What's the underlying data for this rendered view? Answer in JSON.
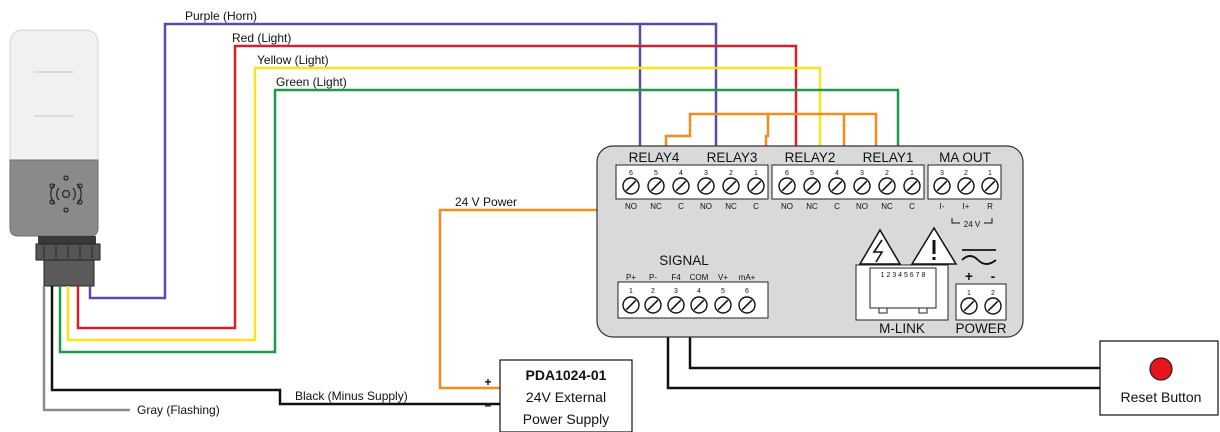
{
  "wires": {
    "purple": {
      "label": "Purple (Horn)",
      "color": "#5b4aa8"
    },
    "red": {
      "label": "Red (Light)",
      "color": "#d8202a"
    },
    "yellow": {
      "label": "Yellow (Light)",
      "color": "#ffe21a"
    },
    "green": {
      "label": "Green (Light)",
      "color": "#1e9b4a"
    },
    "orange": {
      "color": "#f58a21"
    },
    "power_label": "24 V Power",
    "black": {
      "label": "Black (Minus Supply)",
      "color": "#111111"
    },
    "gray": {
      "label": "Gray (Flashing)",
      "color": "#8c8c8c"
    }
  },
  "meter": {
    "relay_headers": [
      "RELAY4",
      "RELAY3",
      "RELAY2",
      "RELAY1"
    ],
    "ma_out_header": "MA OUT",
    "relay_numbers": [
      "6",
      "5",
      "4",
      "3",
      "2",
      "1",
      "6",
      "5",
      "4",
      "3",
      "2",
      "1"
    ],
    "relay_terms": [
      "NO",
      "NC",
      "C",
      "NO",
      "NC",
      "C",
      "NO",
      "NC",
      "C",
      "NO",
      "NC",
      "C"
    ],
    "ma_numbers": [
      "3",
      "2",
      "1"
    ],
    "ma_terms": [
      "I-",
      "I+",
      "R"
    ],
    "ma_note": "24 V",
    "signal_header": "SIGNAL",
    "signal_terms": [
      "P+",
      "P-",
      "F4",
      "COM",
      "V+",
      "mA+"
    ],
    "signal_numbers": [
      "1",
      "2",
      "3",
      "4",
      "5",
      "6"
    ],
    "mlink_pins": "1 2 3 4 5 6 7 8",
    "mlink_label": "M-LINK",
    "power_label": "POWER",
    "power_plus": "+",
    "power_minus": "-",
    "power_numbers": [
      "1",
      "2"
    ]
  },
  "supply": {
    "model": "PDA1024-01",
    "line1": "24V External",
    "line2": "Power Supply",
    "plus": "+",
    "minus": "–"
  },
  "reset": {
    "label": "Reset Button"
  }
}
